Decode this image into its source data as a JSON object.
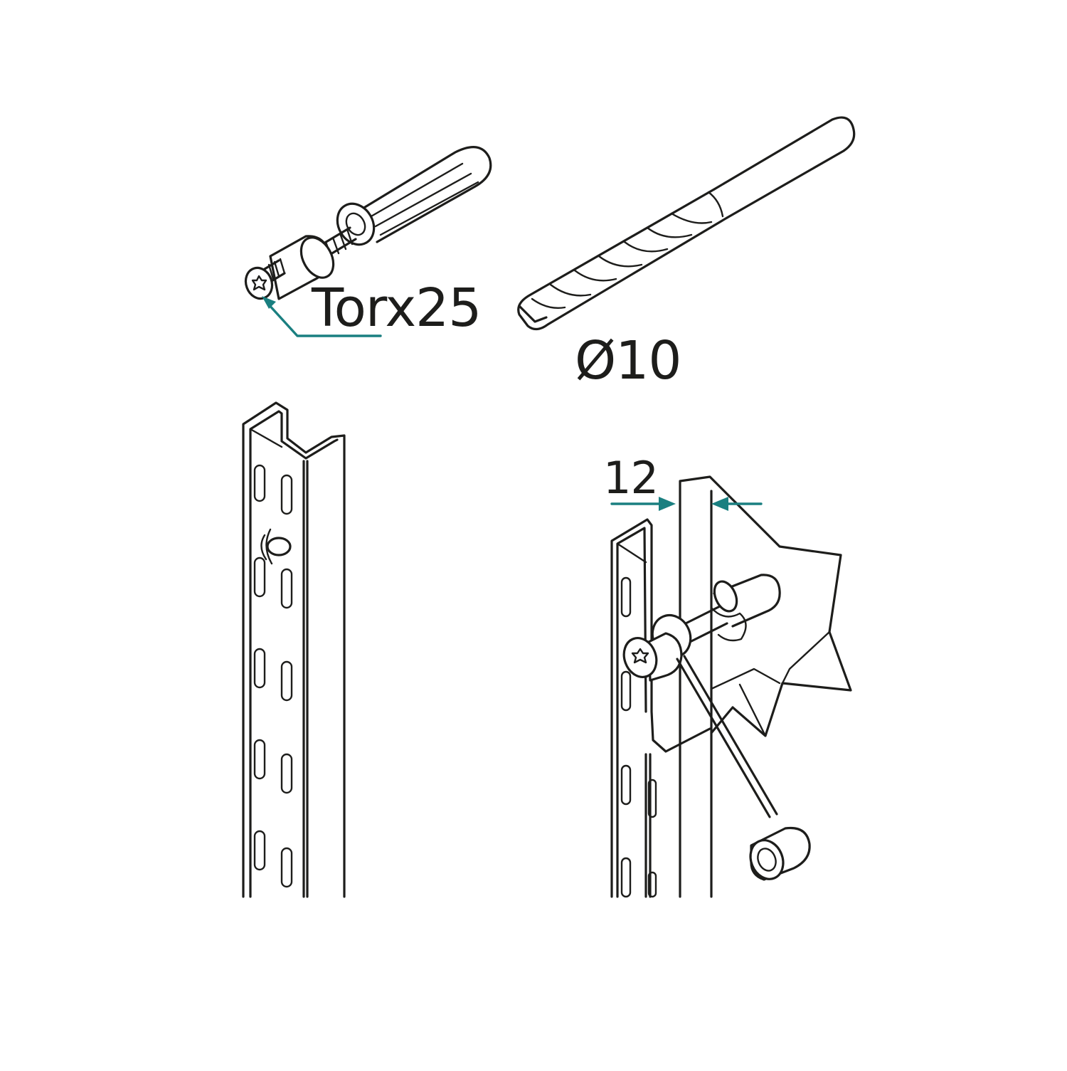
{
  "labels": {
    "screw_drive": "Torx25",
    "drill_diameter": "Ø10",
    "offset": "12"
  },
  "colors": {
    "ink": "#1d1d1b",
    "accent": "#1a7f80",
    "background": "#ffffff"
  },
  "icons": {
    "screw_head": "torx-star-icon",
    "drill": "drill-bit-icon",
    "anchor": "wall-plug-icon",
    "cap": "cover-cap-icon"
  }
}
